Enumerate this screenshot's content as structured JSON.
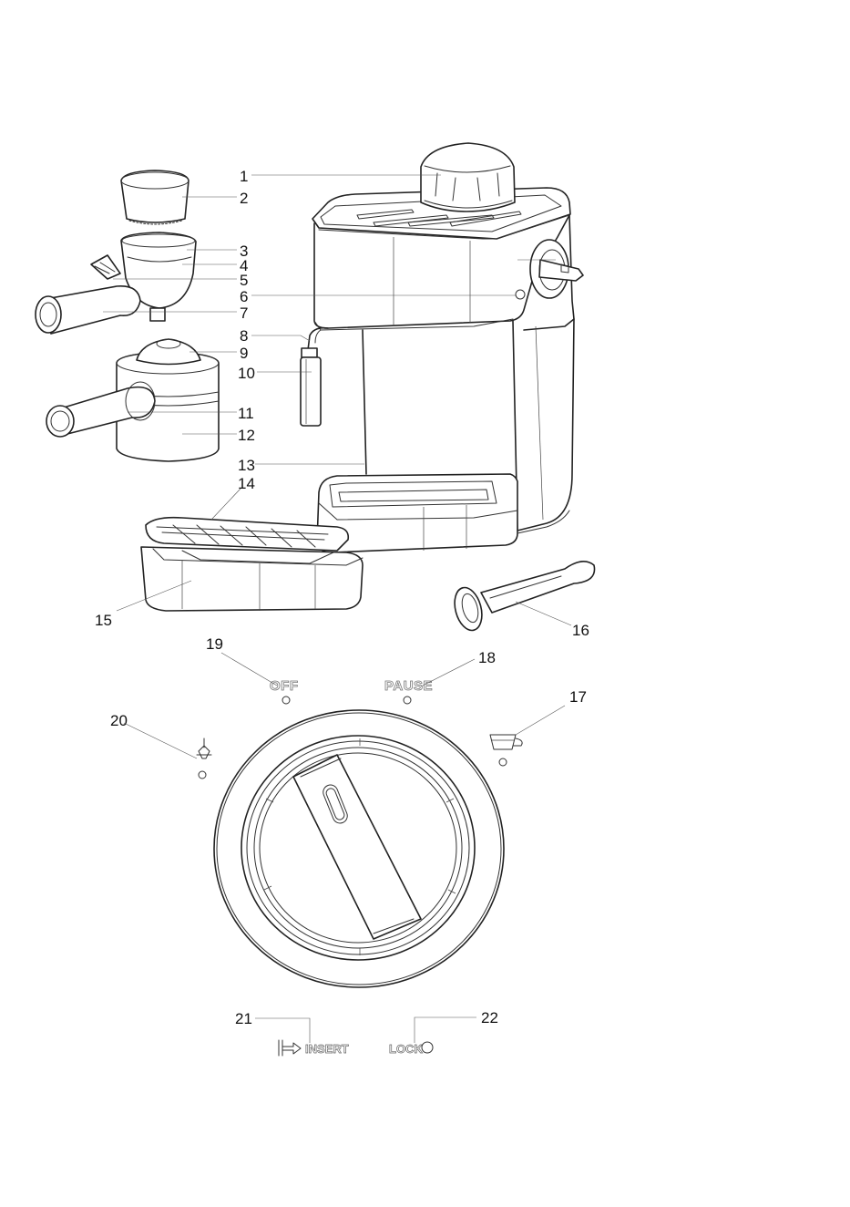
{
  "callouts": {
    "c1": "1",
    "c2": "2",
    "c3": "3",
    "c4": "4",
    "c5": "5",
    "c6": "6",
    "c7": "7",
    "c8": "8",
    "c9": "9",
    "c10": "10",
    "c11": "11",
    "c12": "12",
    "c13": "13",
    "c14": "14",
    "c15": "15",
    "c16": "16",
    "c17": "17",
    "c18": "18",
    "c19": "19",
    "c20": "20",
    "c21": "21",
    "c22": "22"
  },
  "dial": {
    "off_label": "OFF",
    "pause_label": "PAUSE",
    "insert_label": "INSERT",
    "lock_label": "LOCK"
  }
}
